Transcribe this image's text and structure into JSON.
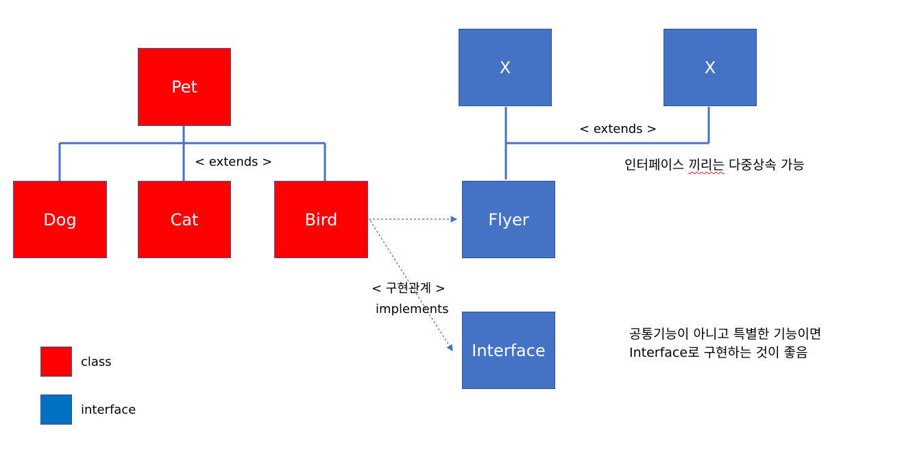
{
  "colors": {
    "class_fill": "#ff0000",
    "interface_fill": "#4472c4",
    "legend_interface_fill": "#0070c0",
    "connector": "#4472c4"
  },
  "nodes": {
    "pet": "Pet",
    "dog": "Dog",
    "cat": "Cat",
    "bird": "Bird",
    "x1": "X",
    "x2": "X",
    "flyer": "Flyer",
    "interface": "Interface"
  },
  "labels": {
    "extends_left": "< extends >",
    "extends_right": "< extends >",
    "implements_korean": "< 구현관계 >",
    "implements": "implements"
  },
  "notes": {
    "multi_inherit_prefix": "인터페이스 ",
    "multi_inherit_squiggle": "끼리는",
    "multi_inherit_suffix": " 다중상속 가능",
    "special_line1": "공통기능이 아니고 특별한 기능이면",
    "special_line2": "Interface로 구현하는 것이 좋음"
  },
  "legend": {
    "class_label": "class",
    "interface_label": "interface"
  }
}
